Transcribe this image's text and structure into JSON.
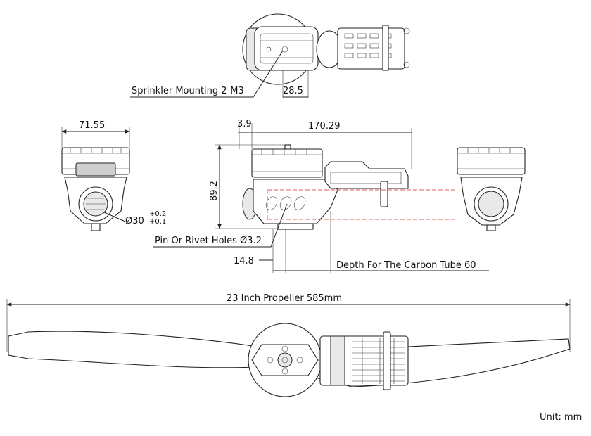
{
  "labels": {
    "sprinkler": "Sprinkler Mounting 2-M3",
    "dim_28_5": "28.5",
    "dim_71_55": "71.55",
    "dim_3_9": "3.9",
    "dim_170_29": "170.29",
    "dim_89_2": "89.2",
    "dia30": "Ø30",
    "tol_plus": "+0.2",
    "tol_minus": "+0.1",
    "pin_holes": "Pin Or Rivet Holes Ø3.2",
    "dim_14_8": "14.8",
    "depth": "Depth For The Carbon Tube 60",
    "propeller": "23 Inch Propeller 585mm",
    "unit": "Unit: mm"
  }
}
